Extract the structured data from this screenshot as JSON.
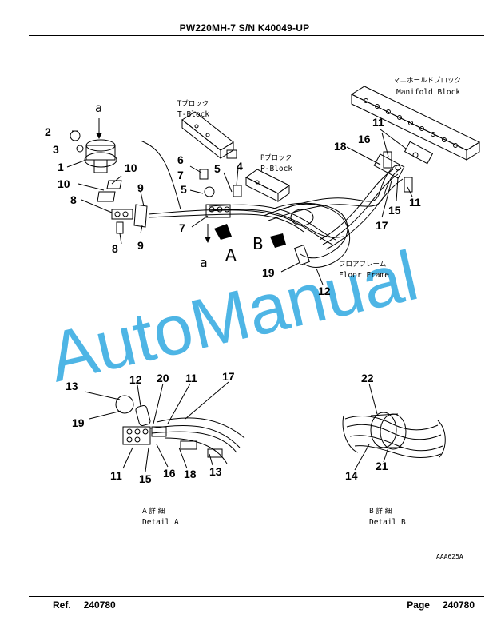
{
  "header": {
    "title": "PW220MH-7 S/N K40049-UP"
  },
  "footer": {
    "ref_label": "Ref.",
    "ref_value": "240780",
    "page_label": "Page",
    "page_value": "240780"
  },
  "watermark": {
    "text": "AutoManual",
    "color": "#2fa8e0"
  },
  "labels": {
    "t_block_jp": "Tブロック",
    "t_block_en": "T-Block",
    "p_block_jp": "Pブロック",
    "p_block_en": "P-Block",
    "manifold_jp": "マニホールドブロック",
    "manifold_en": "Manifold Block",
    "floor_jp": "フロアフレーム",
    "floor_en": "Floor Frame",
    "view_a": "a",
    "view_a_lower": "a",
    "big_a": "A",
    "big_b": "B",
    "detail_a_jp": "A 詳 細",
    "detail_a_en": "Detail A",
    "detail_b_jp": "B 詳 細",
    "detail_b_en": "Detail B",
    "drawing_no": "AAA625A"
  },
  "callouts": {
    "c1": "1",
    "c2": "2",
    "c3": "3",
    "c4": "4",
    "c5a": "5",
    "c5b": "5",
    "c6": "6",
    "c7a": "7",
    "c7b": "7",
    "c8a": "8",
    "c8b": "8",
    "c9a": "9",
    "c9b": "9",
    "c10a": "10",
    "c10b": "10",
    "c11a": "11",
    "c11b": "11",
    "c12": "12",
    "c15": "15",
    "c16": "16",
    "c17": "17",
    "c18": "18",
    "c19": "19",
    "d13a": "13",
    "d12": "12",
    "d20": "20",
    "d11a": "11",
    "d17": "17",
    "d19": "19",
    "d11b": "11",
    "d15": "15",
    "d16": "16",
    "d18": "18",
    "d13b": "13",
    "e22": "22",
    "e21": "21",
    "e14": "14"
  }
}
